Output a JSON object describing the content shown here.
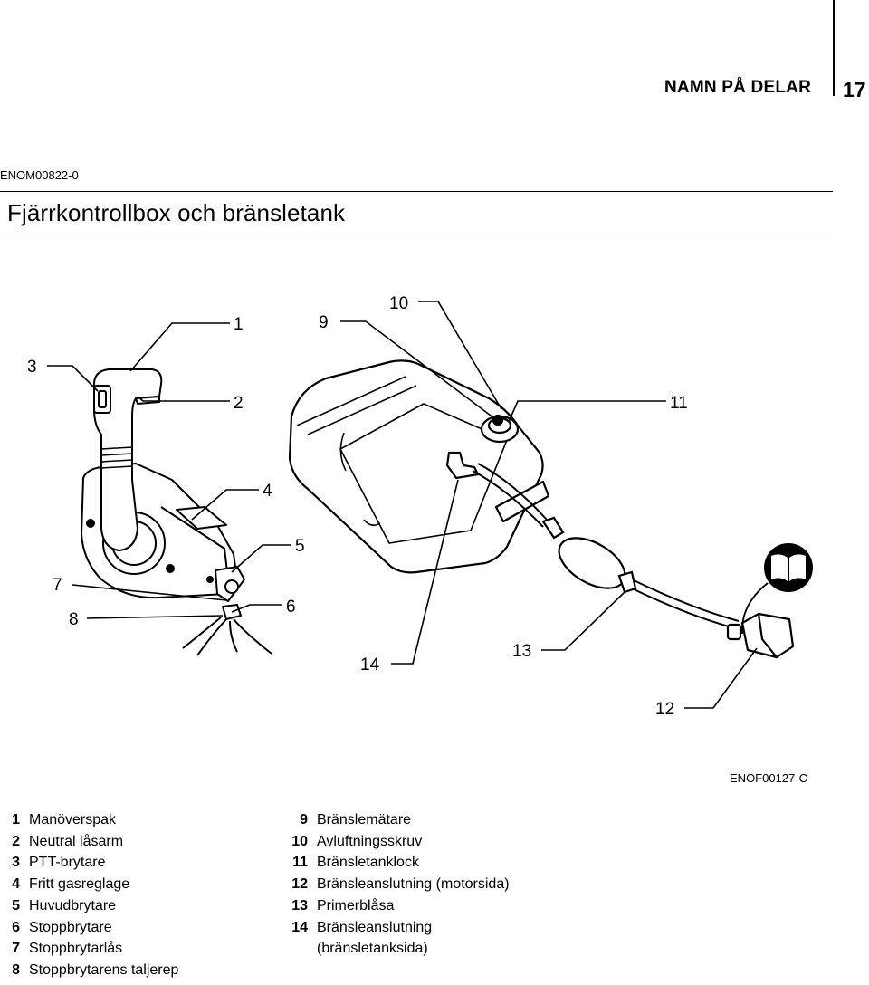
{
  "header": {
    "section_title": "NAMN PÅ DELAR",
    "page_number": "17"
  },
  "document": {
    "code": "ENOM00822-0",
    "heading": "Fjärrkontrollbox och bränsletank"
  },
  "figure": {
    "code": "ENOF00127-C",
    "callouts": [
      "1",
      "2",
      "3",
      "4",
      "5",
      "6",
      "7",
      "8",
      "9",
      "10",
      "11",
      "12",
      "13",
      "14"
    ]
  },
  "legend": {
    "col1": [
      {
        "num": "1",
        "label": "Manöverspak"
      },
      {
        "num": "2",
        "label": "Neutral låsarm"
      },
      {
        "num": "3",
        "label": "PTT-brytare"
      },
      {
        "num": "4",
        "label": "Fritt gasreglage"
      },
      {
        "num": "5",
        "label": "Huvudbrytare"
      },
      {
        "num": "6",
        "label": "Stoppbrytare"
      },
      {
        "num": "7",
        "label": "Stoppbrytarlås"
      },
      {
        "num": "8",
        "label": "Stoppbrytarens taljerep"
      }
    ],
    "col2": [
      {
        "num": "9",
        "label": "Bränslemätare"
      },
      {
        "num": "10",
        "label": "Avluftningsskruv"
      },
      {
        "num": "11",
        "label": "Bränsletanklock"
      },
      {
        "num": "12",
        "label": "Bränsleanslutning (motorsida)"
      },
      {
        "num": "13",
        "label": "Primerblåsa"
      },
      {
        "num": "14",
        "label": "Bränsleanslutning (bränsletanksida)"
      }
    ]
  }
}
